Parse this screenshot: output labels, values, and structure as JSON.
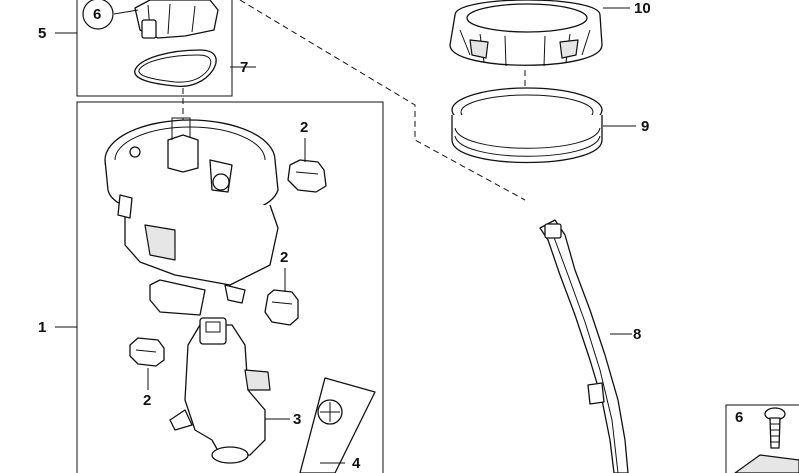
{
  "callouts": {
    "c1": "1",
    "c2a": "2",
    "c2b": "2",
    "c2c": "2",
    "c3": "3",
    "c4": "4",
    "c5": "5",
    "c6": "6",
    "c7": "7",
    "c8": "8",
    "c9": "9",
    "c10": "10",
    "c6_legend": "6"
  }
}
